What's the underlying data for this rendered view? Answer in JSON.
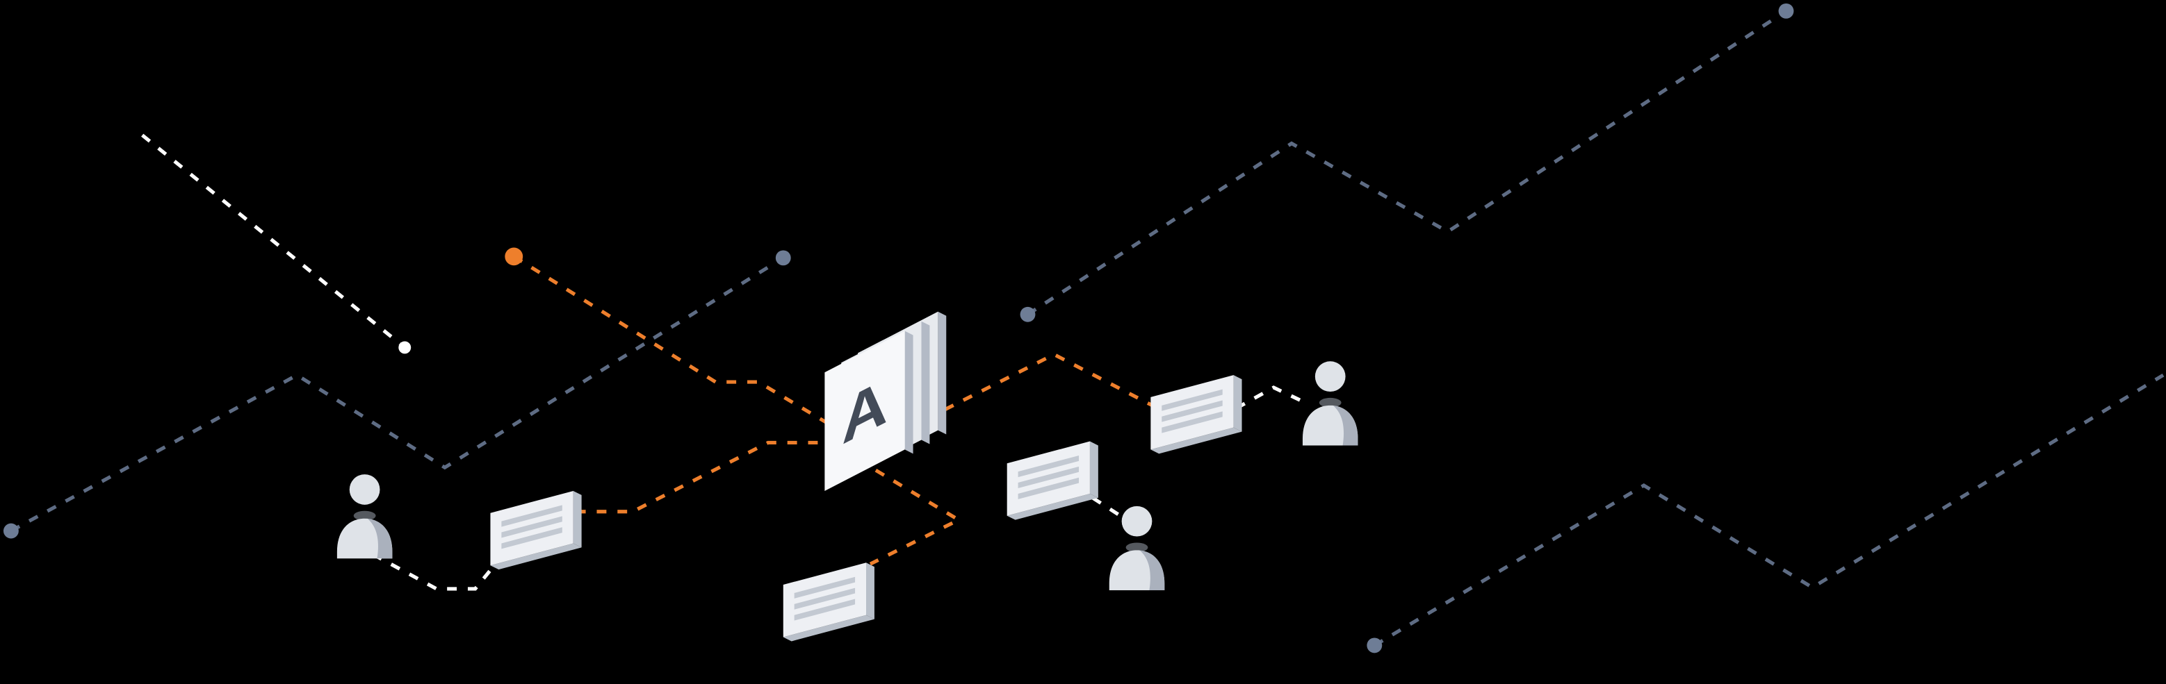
{
  "theme": {
    "bg": "#000000",
    "orange": "#ee7f2c",
    "slate": "#5e6c84",
    "slate_dot": "#6e7d96",
    "white": "#ffffff",
    "figure_light": "#dfe3e8",
    "figure_shade": "#aab1bd",
    "card_face": "#eef0f4",
    "card_side": "#b9c0ca",
    "card_line": "#c3c9d2",
    "page_front": "#f7f8fa",
    "page_back": "#e7eaee",
    "page_side": "#b3bac6",
    "letter": "#434b58"
  },
  "illustration": {
    "document_stack": {
      "letter": "A"
    },
    "people_count": 3,
    "cards_count": 4,
    "elements": [
      "document-stack-icon",
      "person-icon",
      "person-icon",
      "person-icon",
      "message-card-icon",
      "message-card-icon",
      "message-card-icon",
      "message-card-icon"
    ]
  }
}
